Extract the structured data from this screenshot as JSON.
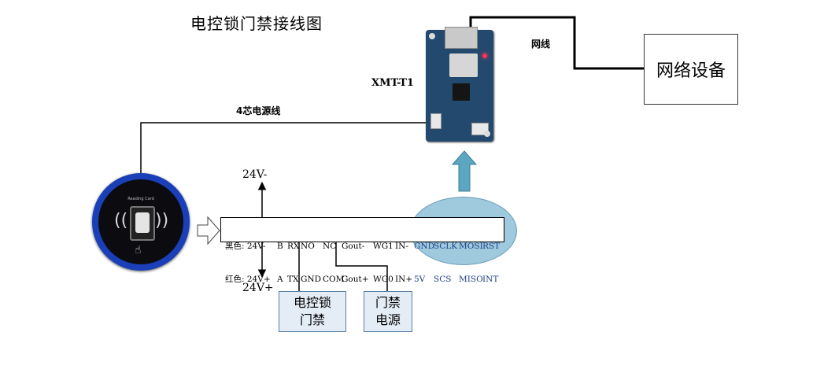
{
  "title": "电控锁门禁接线图",
  "labels": {
    "network_cable": "网线",
    "module_name": "XMT-T1",
    "power_cable": "4芯电源线",
    "network_device": "网络设备",
    "voltage_minus": "24V-",
    "voltage_plus": "24V+",
    "lock_box": [
      "电控锁",
      "门禁"
    ],
    "power_box": [
      "门禁",
      "电源"
    ],
    "reader_caption": "Reading Card"
  },
  "terminal": {
    "row1": [
      "黑色: 24V-",
      "B",
      "RX",
      "NO",
      "NC",
      "Gout-",
      "WG1",
      "IN-"
    ],
    "row2": [
      "红色: 24V+",
      "A",
      "TX",
      "GND",
      "COM",
      "Gout+",
      "WG0",
      "IN+"
    ]
  },
  "module_pins": {
    "row1": [
      "GND",
      "SCLK",
      "MOSI",
      "RST"
    ],
    "row2": [
      "5V",
      "SCS",
      "MISO",
      "INT"
    ]
  },
  "colors": {
    "pin_text": "#1b3f86",
    "arrow_fill": "#5ba7c1",
    "ellipse_fill": "#9fc9dd",
    "board": "#23496e",
    "reader_ring": "#1a3fb8",
    "box_fill": "#e4ecf6"
  }
}
